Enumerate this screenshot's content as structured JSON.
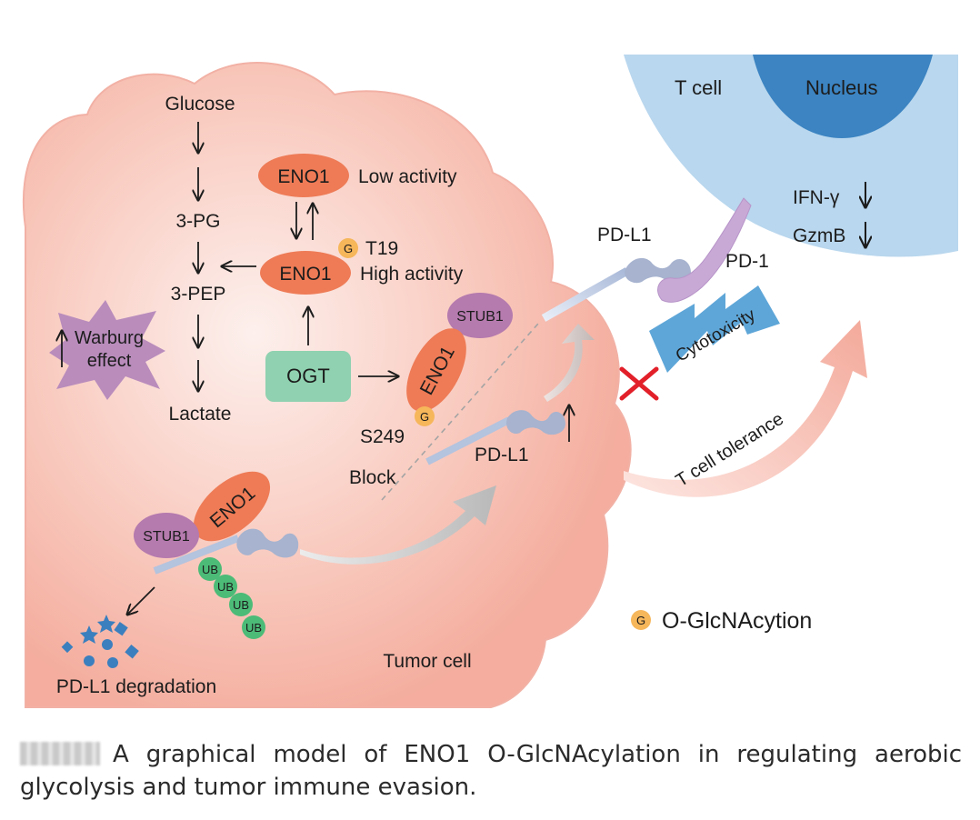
{
  "colors": {
    "tumor_cell": "#f6b8aa",
    "t_cell": "#b6d5ec",
    "nucleus": "#3f86c3",
    "eno1": "#ee7b56",
    "stub1": "#b57aae",
    "ogt": "#8fd1b0",
    "ub": "#4cbb78",
    "glcnac": "#f6b65a",
    "warburg": "#b98dbd",
    "pdl1": "#b4c3de",
    "pd1": "#c7a7d4",
    "cytotoxicity": "#5ea6d8",
    "block_x": "#e2202a",
    "tolerance_arrow": "#f6c0b5"
  },
  "labels": {
    "glucose": "Glucose",
    "pg3": "3-PG",
    "pep3": "3-PEP",
    "lactate": "Lactate",
    "warburg_line1": "Warburg",
    "warburg_line2": "effect",
    "eno1": "ENO1",
    "low_activity": "Low activity",
    "high_activity": "High activity",
    "t19": "T19",
    "g": "G",
    "ogt": "OGT",
    "stub1": "STUB1",
    "s249": "S249",
    "block": "Block",
    "pdl1": "PD-L1",
    "pd1": "PD-1",
    "cytotoxicity": "Cytotoxicity",
    "t_cell": "T cell",
    "nucleus": "Nucleus",
    "ifn_gamma": "IFN-γ",
    "gzmb": "GzmB",
    "t_cell_tolerance": "T cell tolerance",
    "ub": "UB",
    "pdl1_degradation": "PD-L1 degradation",
    "tumor_cell": "Tumor cell",
    "legend_text": "O-GlcNAcytion"
  },
  "caption": {
    "text": "A graphical model of ENO1 O-GlcNAcylation in regulating aerobic glycolysis and tumor immune evasion."
  }
}
